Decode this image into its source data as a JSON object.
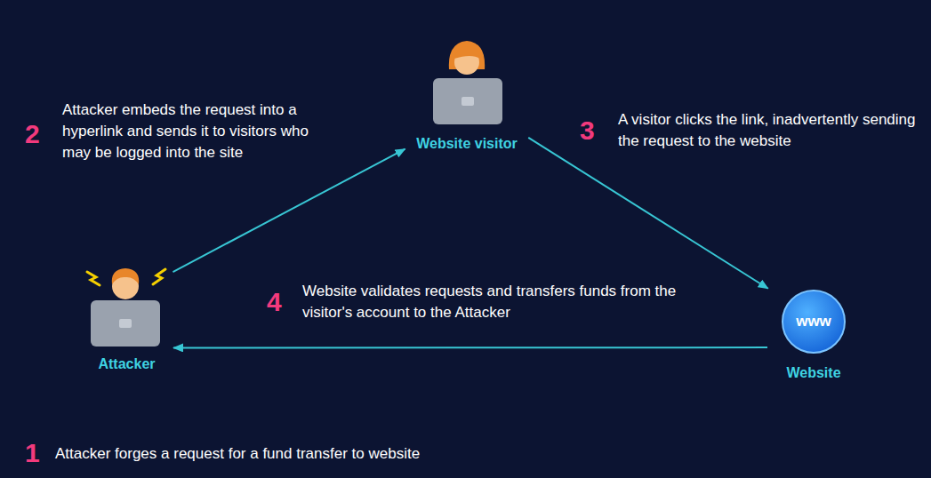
{
  "diagram": {
    "nodes": [
      {
        "text": [
          "Website visitor"
        ]
      },
      {
        "text": [
          "Attacker"
        ]
      },
      {
        "text": [
          "Website"
        ]
      }
    ],
    "edges": [
      {
        "from": 1,
        "to": 0,
        "arrow": "to"
      },
      {
        "from": 0,
        "to": 2,
        "arrow": "to"
      },
      {
        "from": 2,
        "to": 1,
        "arrow": "to"
      }
    ],
    "labels": [
      "2",
      "Attacker embeds the request into a hyperlink and sends it to visitors who may be logged into the site",
      "3",
      "A visitor clicks the link, inadvertently sending the request to the website",
      "4",
      "Website validates requests and transfers funds from the visitor's account to the Attacker",
      "1",
      "Attacker forges a request for a fund transfer to website",
      "www"
    ]
  }
}
